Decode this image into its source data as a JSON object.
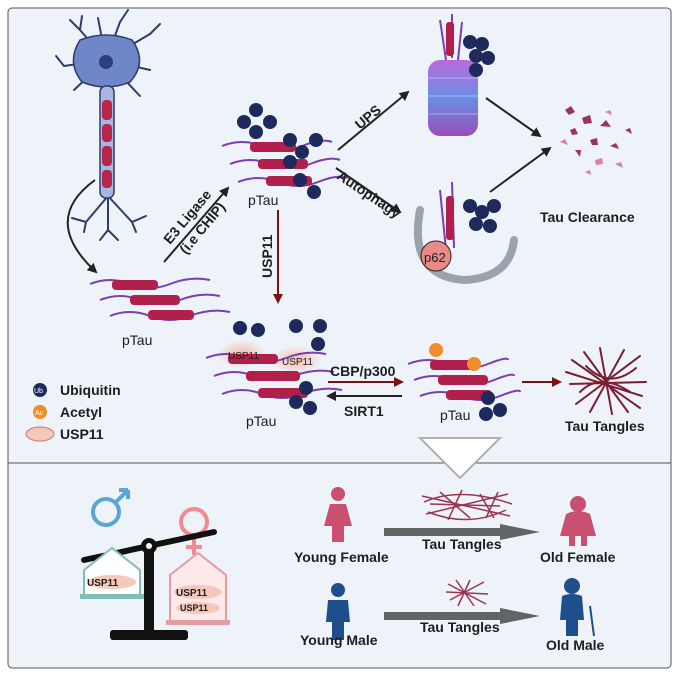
{
  "labels": {
    "e3_ligase": "E3 Ligase",
    "e3_ligase_example": "(i.e CHIP)",
    "ups": "UPS",
    "autophagy": "Autophagy",
    "tau_clearance": "Tau Clearance",
    "usp11_arrow": "USP11",
    "cbp_p300": "CBP/p300",
    "sirt1": "SIRT1",
    "tau_tangles": "Tau Tangles",
    "ptau_bottom_left": "pTau",
    "ptau_mid": "pTau",
    "ptau_usp11": "pTau",
    "ptau_acetyl": "pTau",
    "p62": "p62",
    "ub": "Ub",
    "ac": "Ac",
    "usp11_on_tau": "USP11"
  },
  "legend": {
    "ubiquitin": "Ubiquitin",
    "acetyl": "Acetyl",
    "usp11": "USP11"
  },
  "sex_panel": {
    "usp11_male": "USP11",
    "usp11_female_1": "USP11",
    "usp11_female_2": "USP11",
    "young_female": "Young Female",
    "old_female": "Old Female",
    "young_male": "Young Male",
    "old_male": "Old Male",
    "tau_tangles_female": "Tau Tangles",
    "tau_tangles_male": "Tau Tangles"
  },
  "colors": {
    "ubiquitin": "#1f2a5c",
    "acetyl": "#f08c2a",
    "tau_red": "#b0204a",
    "tau_purple": "#7a3fb0",
    "usp11_arrow": "#7a1414",
    "panel_bg": "#eef3fa",
    "male_symbol": "#5aa7d6",
    "female_symbol": "#ee8a90",
    "male_figure": "#1f4e8c",
    "female_figure": "#c9506e"
  }
}
